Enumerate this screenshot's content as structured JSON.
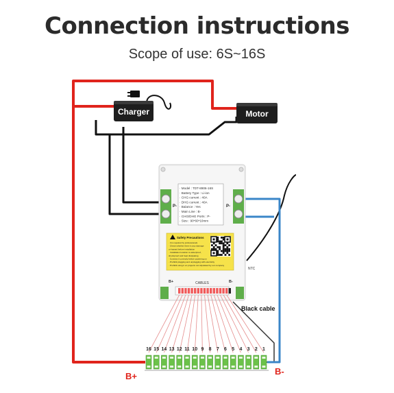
{
  "header": {
    "title": "Connection instructions",
    "subtitle": "Scope of use: 6S~16S"
  },
  "devices": {
    "charger_label": "Charger",
    "motor_label": "Motor"
  },
  "board": {
    "spec_lines": [
      "· Model : TDT-8906-16S",
      "· Battery Type : Li-ion",
      "· CHG current : 40A",
      "· DHG current : 40A",
      "· Balance : Yes",
      "· Main Line : B-",
      "· CHG/DHG Ports : P-",
      "· Size : 90*60*10mm"
    ],
    "safety_title": "Safety Precautions",
    "safety_lines": [
      "· It is required by professionals",
      "· Check whether there is any damage",
      "  or hazard before installation",
      "· Installation location is waterproof,",
      "  shockproof and heat dissipating",
      "· Connect it correctly before powering on",
      "· Prohibit plugging and unplugging with electricity",
      "· Prohibit using it on projects not stipulated by our company"
    ],
    "p_minus_left": "P-",
    "p_minus_right": "P-",
    "b_plus": "B+",
    "b_minus": "B-",
    "cables": "CABLES",
    "ntc": "NTC"
  },
  "annotations": {
    "black_cable": "Black cable",
    "b_plus": "B+",
    "b_minus": "B-"
  },
  "cells": [
    "16",
    "15",
    "14",
    "13",
    "12",
    "11",
    "10",
    "9",
    "8",
    "7",
    "6",
    "5",
    "4",
    "3",
    "2",
    "1"
  ],
  "colors": {
    "red_wire": "#e0241c",
    "blue_wire": "#3a86c8",
    "black_wire": "#111111",
    "cell_green": "#6cc24a",
    "pin_red": "#f05a5a"
  }
}
